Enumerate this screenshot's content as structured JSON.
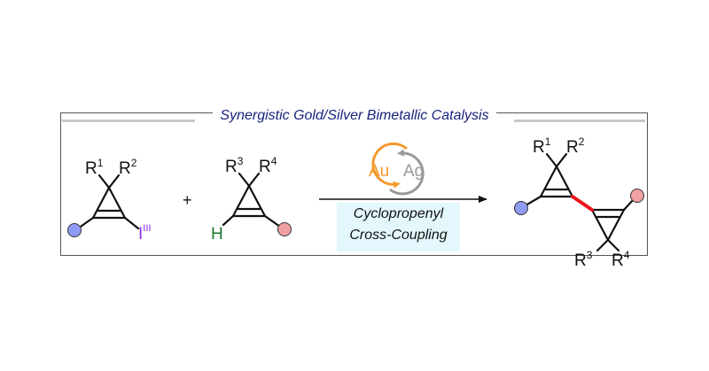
{
  "title": "Synergistic Gold/Silver Bimetallic Catalysis",
  "reagent_1": {
    "r_a": "R",
    "r_a_sup": "1",
    "r_b": "R",
    "r_b_sup": "2",
    "leaving_group": "I",
    "leaving_group_sup": "III"
  },
  "plus_sign": "+",
  "reagent_2": {
    "r_a": "R",
    "r_a_sup": "3",
    "r_b": "R",
    "r_b_sup": "4",
    "hydrogen": "H"
  },
  "catalysts": {
    "gold": "Au",
    "silver": "Ag"
  },
  "conditions": {
    "line1": "Cyclopropenyl",
    "line2": "Cross-Coupling"
  },
  "product": {
    "r1": "R",
    "r1_sup": "1",
    "r2": "R",
    "r2_sup": "2",
    "r3": "R",
    "r3_sup": "3",
    "r4": "R",
    "r4_sup": "4"
  },
  "colors": {
    "title": "#1a237e",
    "leaving_group": "#8b2be2",
    "hydrogen": "#1b7a2e",
    "blue_group": "#8f9cf3",
    "red_group": "#f0a0a0",
    "new_bond": "#e8151b",
    "gold": "#f59a2f",
    "silver": "#9a9a9a",
    "conditions_bg": "#e3f7fc"
  }
}
